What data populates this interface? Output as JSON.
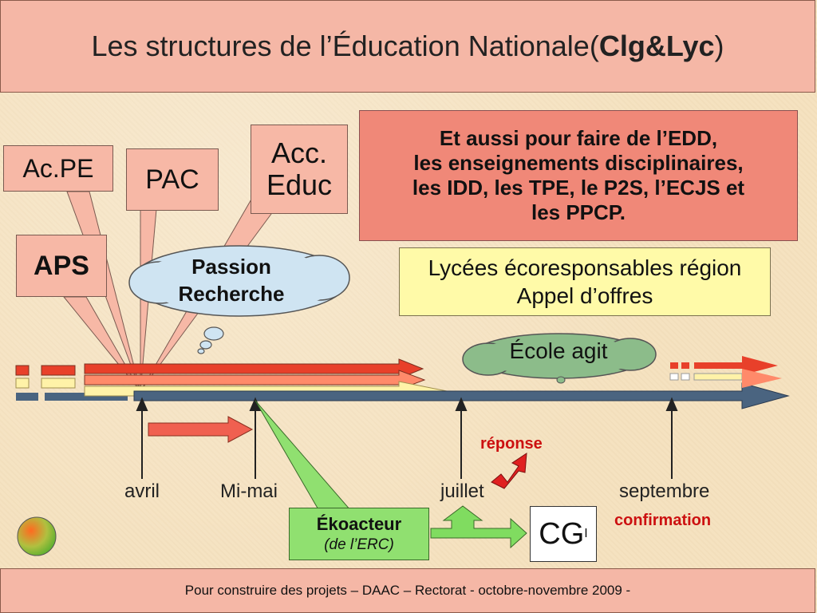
{
  "title": {
    "main": "Les structures de l’Éducation Nationale(",
    "bold": "Clg&Lyc",
    "close": ")"
  },
  "callouts": {
    "ac_pe": "Ac.PE",
    "pac": "PAC",
    "acc_educ_line1": "Acc.",
    "acc_educ_line2": "Educ",
    "aps": "APS",
    "passion_line1": "Passion",
    "passion_line2": "Recherche"
  },
  "edd_box": {
    "line1": "Et aussi pour faire de l’EDD,",
    "line2": "les enseignements disciplinaires,",
    "line3": "les IDD, les TPE, le P2S, l’ECJS et",
    "line4": "les PPCP."
  },
  "lycees_box": {
    "line1": "Lycées écoresponsables région",
    "line2": "Appel d’offres"
  },
  "ecole_agit": "École agit",
  "timeline": {
    "months": [
      "avril",
      "Mi-mai",
      "juillet",
      "septembre"
    ],
    "reponse": "réponse",
    "confirmation": "confirmation"
  },
  "ekoacteur": {
    "name": "Ékoacteur",
    "sub": "(de l’ERC)"
  },
  "cg": {
    "main": "CG",
    "sup": "I"
  },
  "footer": "Pour construire des projets – DAAC – Rectorat - octobre-novembre 2009 -",
  "colors": {
    "title_bg": "#f5b7a6",
    "red_band": "#e8402a",
    "salmon_band": "#ff8a6a",
    "yellow_band": "#fff2a8",
    "blue_band": "#4a6480",
    "cloud_fill": "#cfe4f2",
    "green_cloud": "#8cbc8a",
    "lycees_fill": "#fffaa8"
  }
}
